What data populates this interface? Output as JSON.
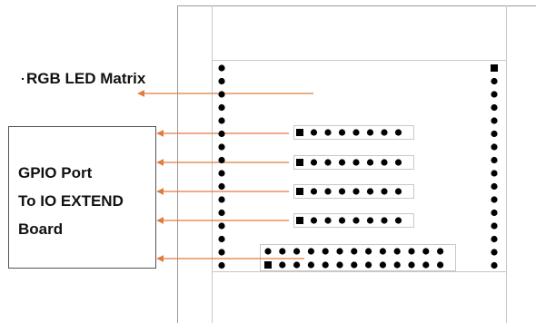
{
  "labels": {
    "rgb_led_matrix": "RGB LED Matrix",
    "gpio_lines": [
      "GPIO Port",
      "To IO EXTEND",
      "Board"
    ]
  },
  "colors": {
    "arrow": "#e07b3c",
    "pin": "#000000",
    "outline": "#c8c8c8"
  },
  "pin_headers": [
    {
      "name": "left-column-header",
      "pins": 16
    },
    {
      "name": "right-column-header",
      "pins": 16,
      "first_pin": "square"
    },
    {
      "name": "gpio-header-1",
      "pins": 8,
      "first_pin": "square"
    },
    {
      "name": "gpio-header-2",
      "pins": 8,
      "first_pin": "square"
    },
    {
      "name": "gpio-header-3",
      "pins": 8,
      "first_pin": "square"
    },
    {
      "name": "gpio-header-4",
      "pins": 8,
      "first_pin": "square"
    },
    {
      "name": "gpio-header-double-row",
      "pins": 26,
      "first_pin": "square"
    }
  ]
}
